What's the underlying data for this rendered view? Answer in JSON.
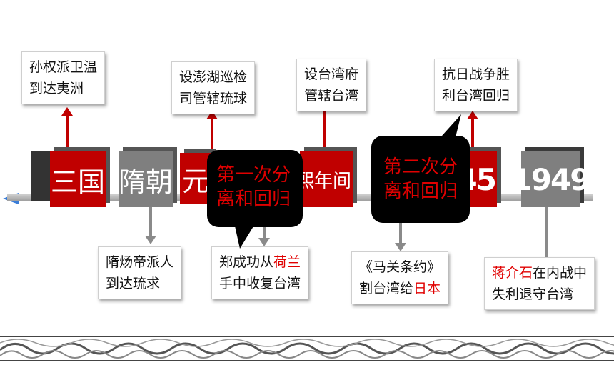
{
  "timeline": {
    "periods": [
      {
        "label": "三国"
      },
      {
        "label": "隋朝"
      },
      {
        "label": "元"
      },
      {
        "label": "康熙年间"
      },
      {
        "label": "1945"
      },
      {
        "label": "1949"
      }
    ]
  },
  "events_top": [
    {
      "lines": [
        "孙权派卫温",
        "到达夷洲"
      ]
    },
    {
      "lines": [
        "设澎湖巡检",
        "司管辖琉球"
      ]
    },
    {
      "lines": [
        "设台湾府",
        "管辖台湾"
      ]
    },
    {
      "lines": [
        "抗日战争胜",
        "利台湾回归"
      ]
    }
  ],
  "events_bottom": [
    {
      "lines": [
        "隋炀帝派人",
        "到达琉求"
      ]
    },
    {
      "line1_pre": "郑成功从",
      "line1_red": "荷兰",
      "line2": "手中收复台湾"
    },
    {
      "line1": "《马关条约》",
      "line2_pre": "割台湾给",
      "line2_red": "日本"
    },
    {
      "line1_red": "蒋介石",
      "line1_post": "在内战中",
      "line2": "失利退守台湾"
    }
  ],
  "callouts": [
    {
      "lines": [
        "第一次分",
        "离和回归"
      ]
    },
    {
      "lines": [
        "第二次分",
        "离和回归"
      ]
    }
  ],
  "colors": {
    "accent_red": "#c00000",
    "text_red": "#e00000",
    "gray": "#7f7f7f"
  }
}
